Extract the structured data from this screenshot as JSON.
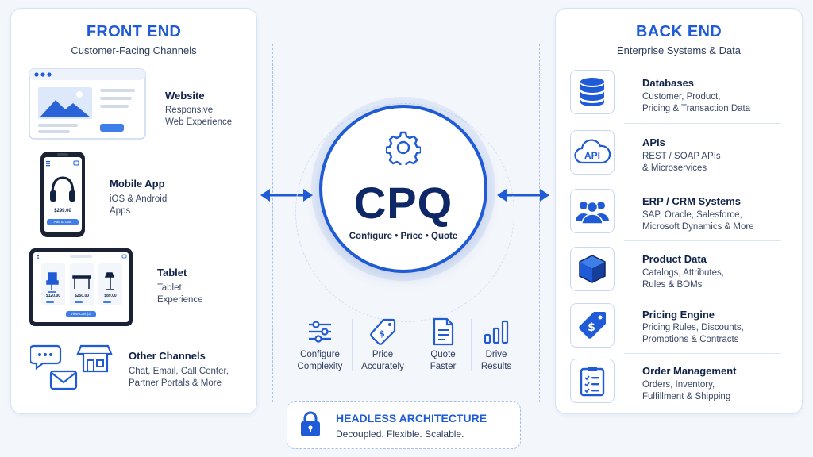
{
  "front_end": {
    "title": "FRONT END",
    "subtitle": "Customer-Facing Channels",
    "items": [
      {
        "title": "Website",
        "desc": "Responsive\nWeb Experience"
      },
      {
        "title": "Mobile App",
        "desc": "iOS & Android\nApps",
        "price": "$299.00",
        "button": "Add to Cart"
      },
      {
        "title": "Tablet",
        "desc": "Tablet\nExperience",
        "prices": [
          "$120.00",
          "$250.00",
          "$89.00"
        ],
        "button": "View Cart (3)"
      },
      {
        "title": "Other Channels",
        "desc": "Chat, Email, Call Center,\nPartner Portals & More"
      }
    ]
  },
  "back_end": {
    "title": "BACK END",
    "subtitle": "Enterprise Systems & Data",
    "items": [
      {
        "title": "Databases",
        "desc": "Customer, Product,\nPricing & Transaction Data",
        "icon": "database-icon"
      },
      {
        "title": "APIs",
        "desc": "REST / SOAP APIs\n& Microservices",
        "icon": "api-cloud-icon",
        "icon_label": "API"
      },
      {
        "title": "ERP / CRM Systems",
        "desc": "SAP, Oracle, Salesforce,\nMicrosoft Dynamics & More",
        "icon": "users-icon"
      },
      {
        "title": "Product Data",
        "desc": "Catalogs, Attributes,\nRules & BOMs",
        "icon": "cube-icon"
      },
      {
        "title": "Pricing Engine",
        "desc": "Pricing Rules, Discounts,\nPromotions & Contracts",
        "icon": "price-tag-icon"
      },
      {
        "title": "Order Management",
        "desc": "Orders, Inventory,\nFulfillment & Shipping",
        "icon": "clipboard-icon"
      }
    ]
  },
  "center": {
    "title": "CPQ",
    "tagline": "Configure • Price • Quote",
    "benefits": [
      {
        "label": "Configure\nComplexity",
        "icon": "sliders-icon"
      },
      {
        "label": "Price\nAccurately",
        "icon": "price-tag-icon"
      },
      {
        "label": "Quote\nFaster",
        "icon": "document-icon"
      },
      {
        "label": "Drive\nResults",
        "icon": "bar-chart-icon"
      }
    ]
  },
  "footer": {
    "title": "HEADLESS ARCHITECTURE",
    "subtitle": "Decoupled. Flexible. Scalable."
  },
  "colors": {
    "accent": "#1f5bd6",
    "dark_text": "#11224a",
    "panel_border": "#d7e2f3"
  }
}
